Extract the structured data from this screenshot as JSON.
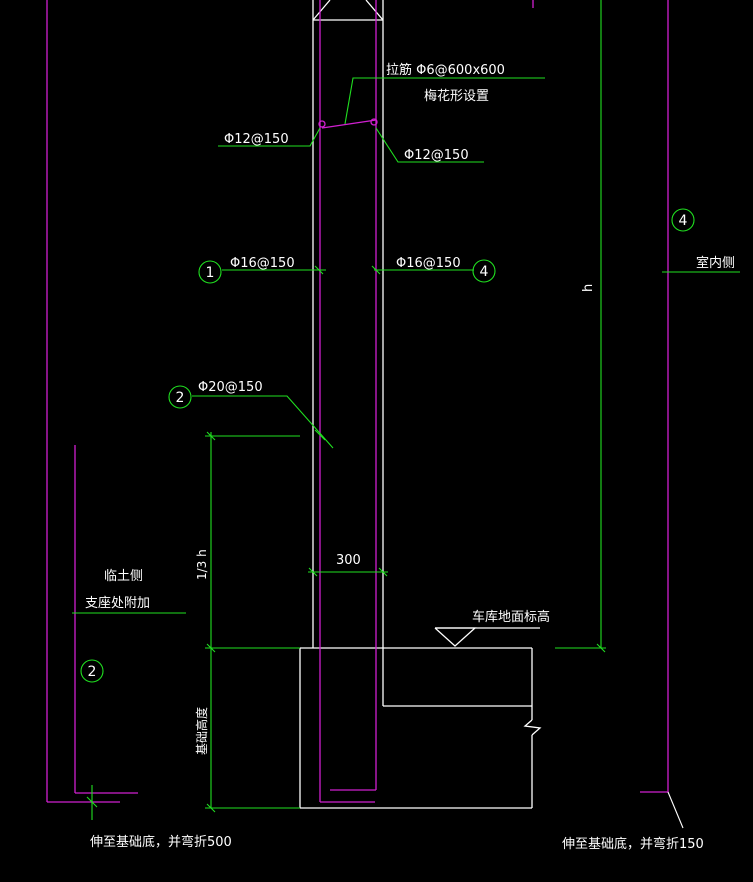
{
  "colors": {
    "background": "#000000",
    "rebar": "#d020d0",
    "dimension": "#20e020",
    "outline": "#ffffff",
    "label": "#ffffff"
  },
  "labels": {
    "tie_bar": "拉筋 Φ6@600x600",
    "tie_bar_note": "梅花形设置",
    "bar_left_top": "Φ12@150",
    "bar_right_top": "Φ12@150",
    "bar_left_mid": "Φ16@150",
    "bar_right_mid": "Φ16@150",
    "bar_dowel": "Φ20@150",
    "indoor_side": "室内侧",
    "soil_side": "临土侧",
    "support_add": "支座处附加",
    "garage_floor": "车库地面标高",
    "dim_thickness": "300",
    "dim_h": "h",
    "dim_third_h": "1/3 h",
    "foundation_height": "基础高度",
    "note_left": "伸至基础底，并弯折500",
    "note_right": "伸至基础底，并弯折150"
  },
  "markers": {
    "m1": "1",
    "m2_upper": "2",
    "m2_lower": "2",
    "m4_mid": "4",
    "m4_right": "4"
  }
}
